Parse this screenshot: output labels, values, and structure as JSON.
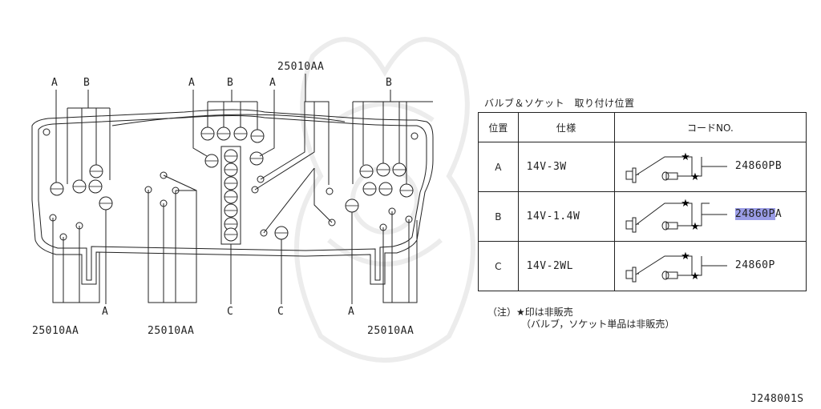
{
  "diagram": {
    "labels": {
      "left_a": "A",
      "left_b": "B",
      "center_a1": "A",
      "center_b": "B",
      "center_a2": "A",
      "top_part": "25010AA",
      "right_b": "B",
      "bottom_a1": "A",
      "bottom_c1": "C",
      "bottom_c2": "C",
      "bottom_a2": "A",
      "bottom_part1": "25010AA",
      "bottom_part2": "25010AA",
      "bottom_part3": "25010AA"
    },
    "reference_code": "J248001S"
  },
  "table": {
    "title": "バルブ＆ソケット　取り付け位置",
    "headers": {
      "position": "位置",
      "spec": "仕様",
      "code": "コードNO."
    },
    "rows": [
      {
        "position": "A",
        "spec": "14V-3W",
        "code_prefix": "24860PB",
        "code_suffix": "",
        "highlighted": false
      },
      {
        "position": "B",
        "spec": "14V-1.4W",
        "code_prefix": "24860P",
        "code_suffix": "A",
        "highlighted": true
      },
      {
        "position": "C",
        "spec": "14V-2WL",
        "code_prefix": "24860P",
        "code_suffix": "",
        "highlighted": false
      }
    ]
  },
  "notes": {
    "line1": "（注）★印は非販売",
    "line2": "（バルブ，ソケット単品は非販売）"
  },
  "colors": {
    "line": "#222222",
    "highlight": "#9a9ce6",
    "watermark": "#ececec"
  }
}
